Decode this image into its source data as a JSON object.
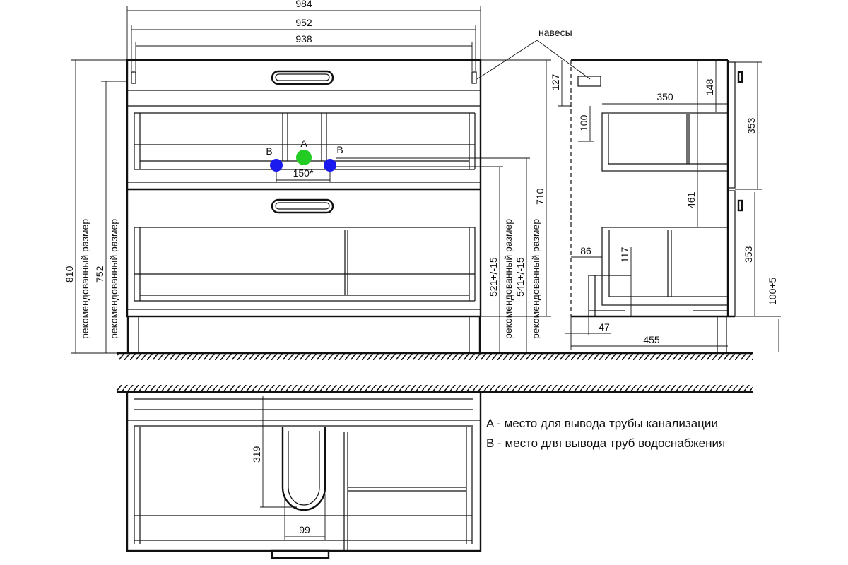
{
  "front": {
    "dim_984": "984",
    "dim_952": "952",
    "dim_938": "938",
    "dim_810": "810",
    "dim_752": "752",
    "recommended": "рекомендованный размер",
    "dim_710": "710",
    "dim_541": "541+/-15",
    "dim_521": "521+/-15",
    "dim_150": "150*",
    "label_a": "A",
    "label_b": "B"
  },
  "hinges_label": "навесы",
  "side": {
    "dim_127": "127",
    "dim_100": "100",
    "dim_350": "350",
    "dim_148": "148",
    "dim_461": "461",
    "dim_353_top": "353",
    "dim_353_bottom": "353",
    "dim_86": "86",
    "dim_117": "117",
    "dim_100_5": "100+5",
    "dim_47": "47",
    "dim_455": "455"
  },
  "top_view": {
    "dim_319": "319",
    "dim_99": "99"
  },
  "legend": [
    "A - место для вывода трубы канализации",
    "B - место для вывода труб водоснабжения"
  ],
  "colors": {
    "point_a": "#22cc22",
    "point_b": "#1a1aee"
  }
}
